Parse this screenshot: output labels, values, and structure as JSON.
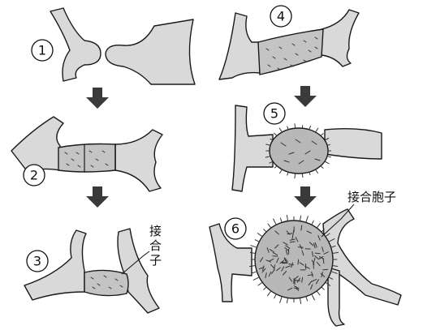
{
  "steps": [
    {
      "number": "1"
    },
    {
      "number": "2"
    },
    {
      "number": "3"
    },
    {
      "number": "4"
    },
    {
      "number": "5"
    },
    {
      "number": "6"
    }
  ],
  "labels": {
    "zygote_line1": "接",
    "zygote_line2": "合",
    "zygote_line3": "子",
    "zygospore": "接合胞子"
  },
  "icons": [
    "arrow-down-icon"
  ]
}
